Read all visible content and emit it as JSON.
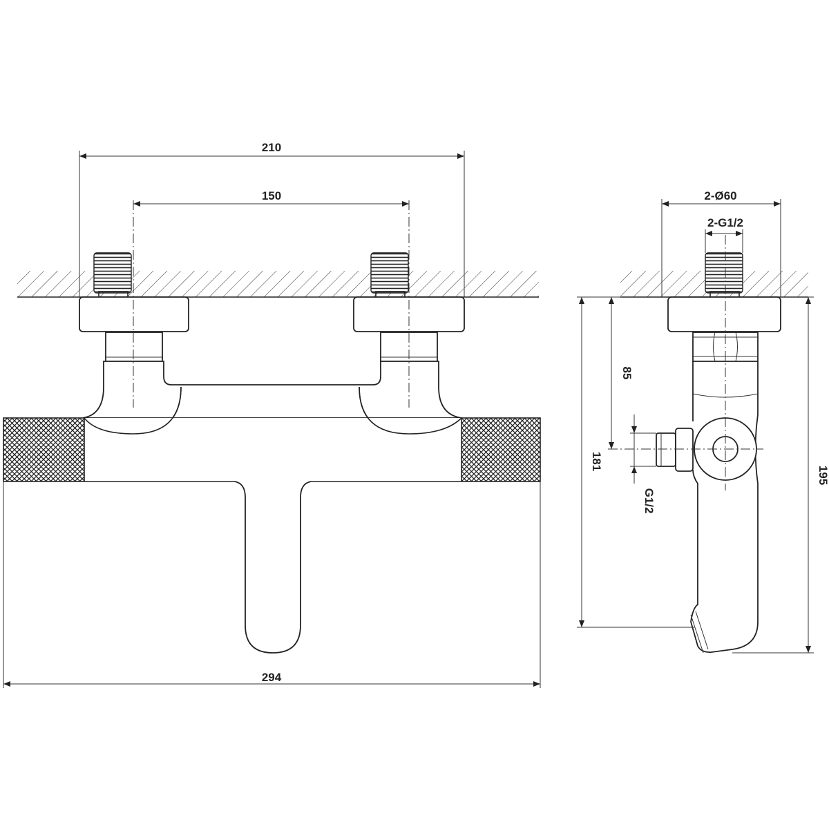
{
  "drawing": {
    "front_view": {
      "dim_outer_connection": "210",
      "dim_inner_connection": "150",
      "dim_total_width": "294"
    },
    "side_view": {
      "dim_flange": "2-Ø60",
      "dim_thread": "2-G1/2",
      "dim_center_height": "85",
      "dim_outlet_height": "181",
      "dim_total_height": "195",
      "dim_outlet_thread": "G1/2"
    },
    "colors": {
      "line": "#222222",
      "background": "#ffffff"
    }
  }
}
